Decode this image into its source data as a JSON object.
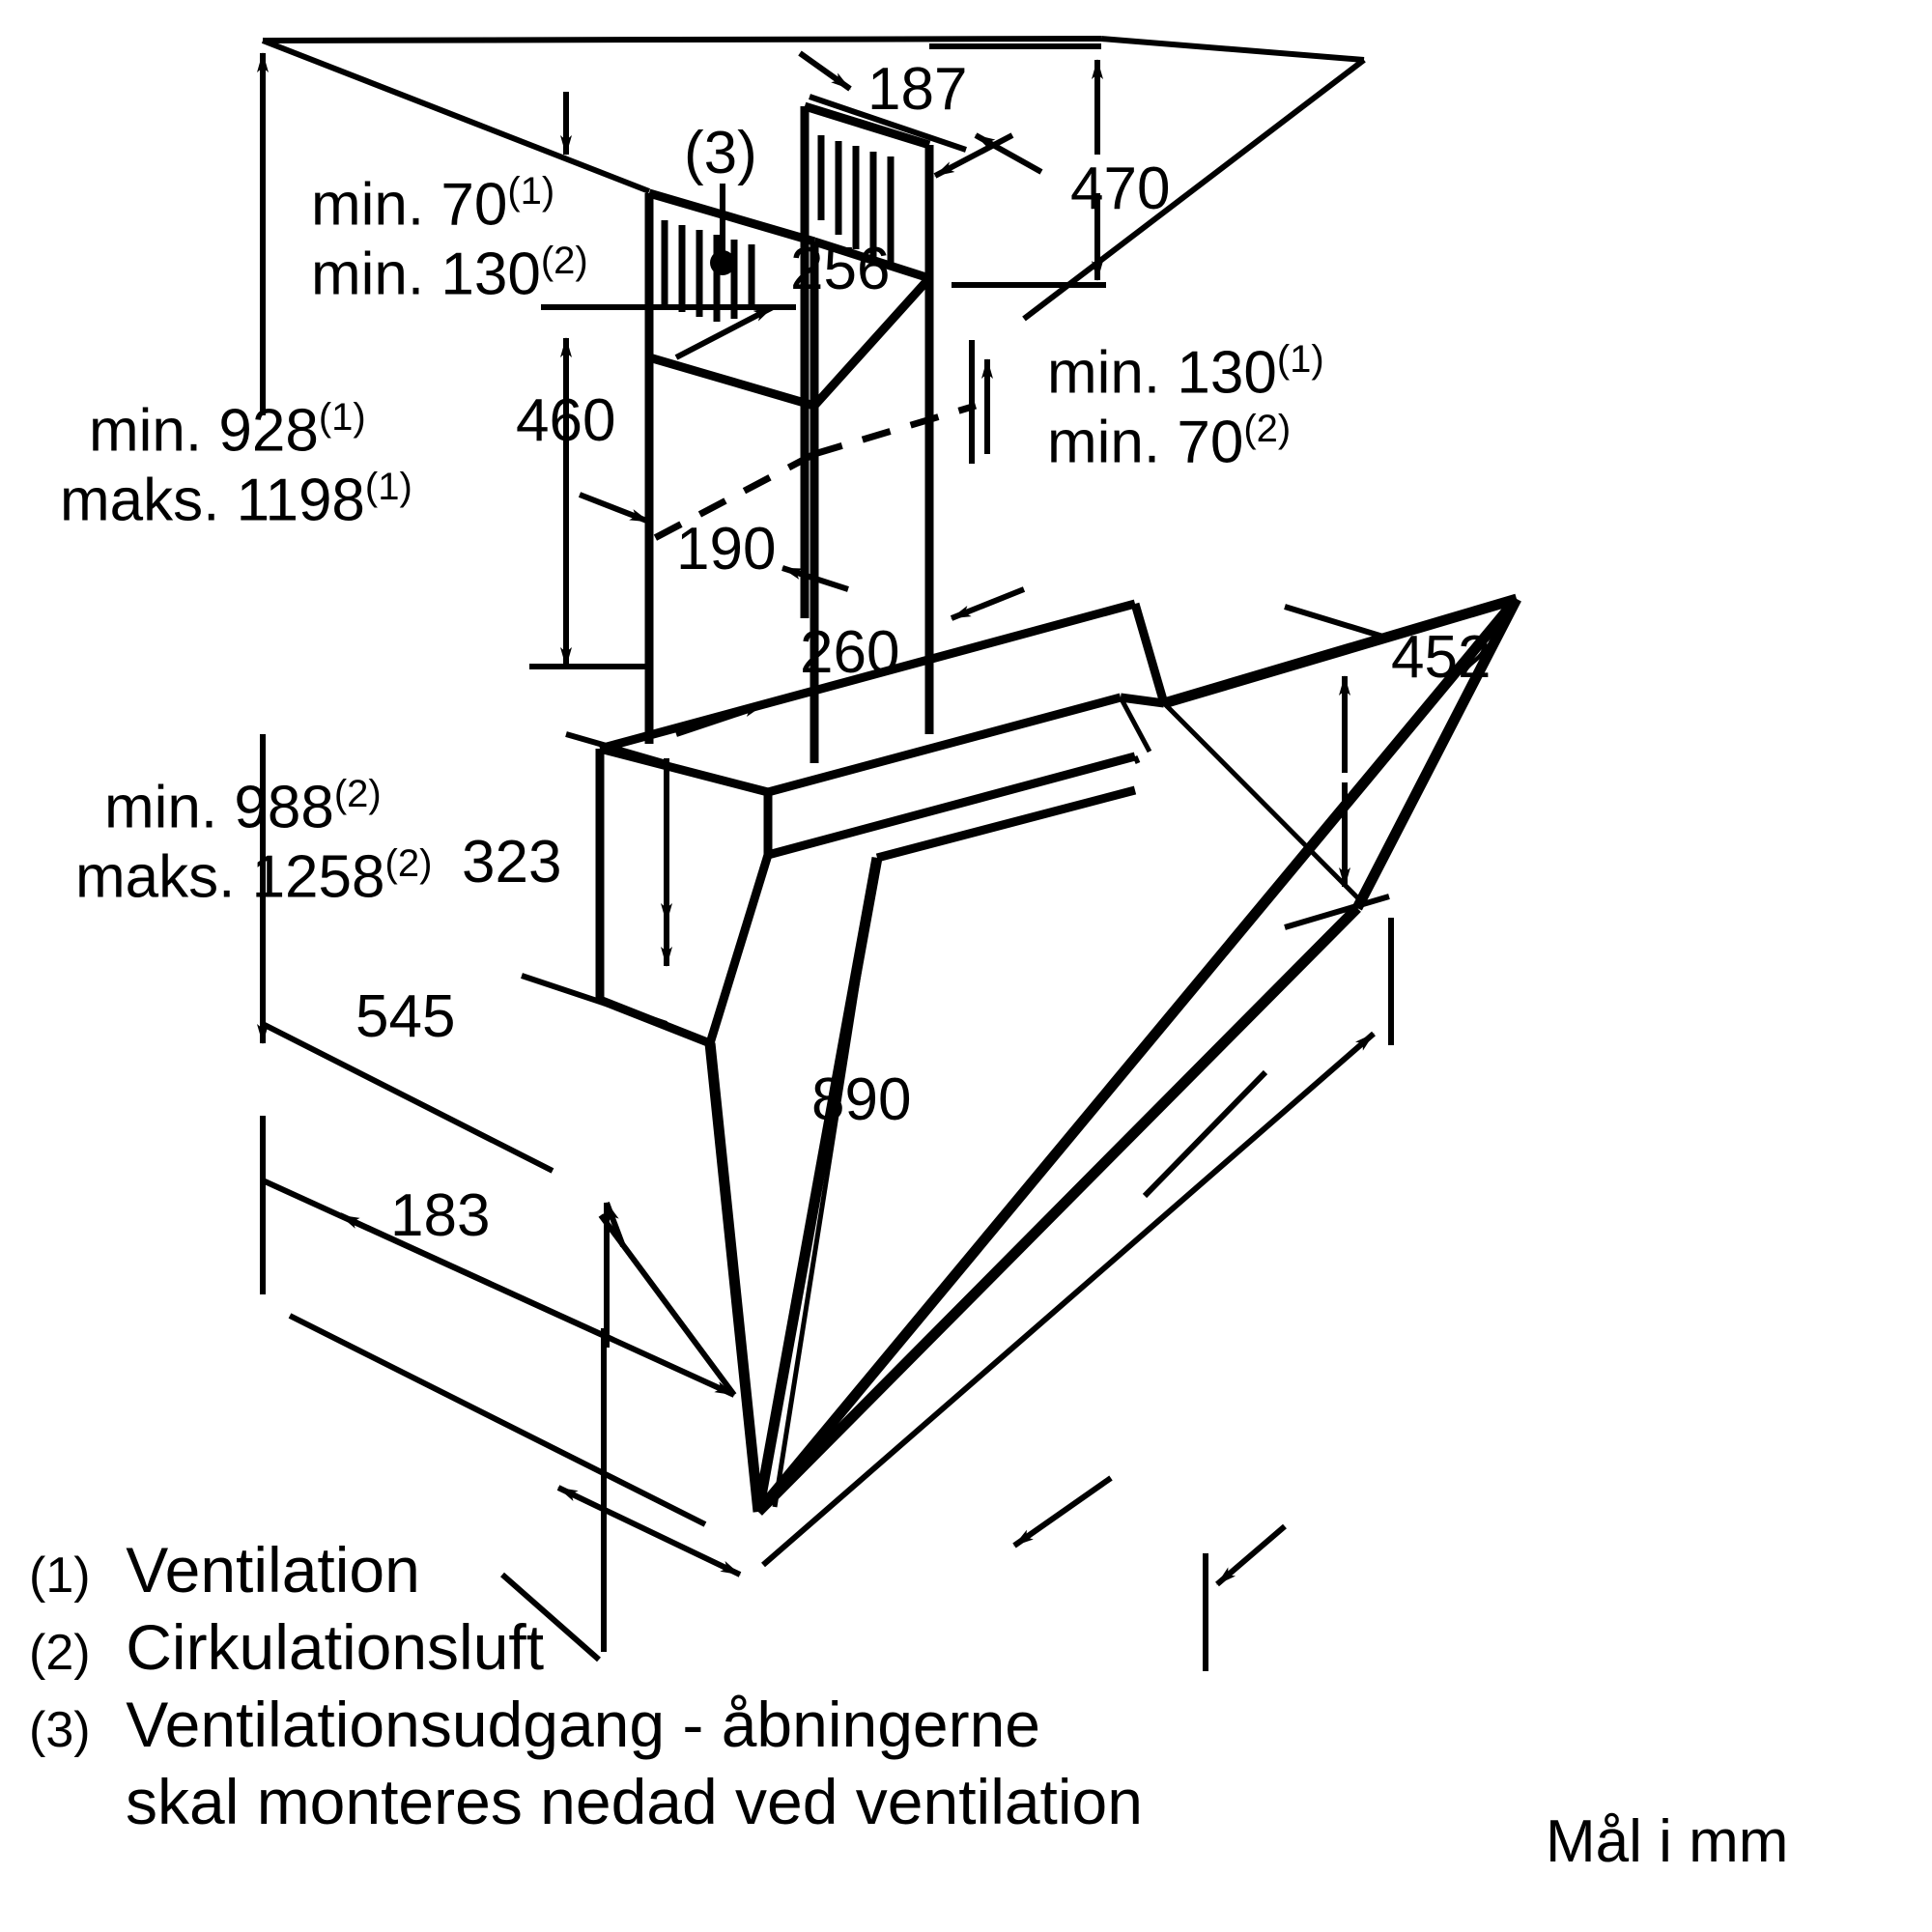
{
  "drawing": {
    "title_note": "Mål i mm",
    "unit": "mm",
    "product": "kitchen extractor hood (inclined glass wall hood) installation dimension drawing"
  },
  "dimensions": {
    "top_clearance_vent": "min. 70",
    "top_clearance_vent_ref": "(1)",
    "top_clearance_recirc": "min. 130",
    "top_clearance_recirc_ref": "(2)",
    "height_min_vent": "min. 928",
    "height_min_vent_ref": "(1)",
    "height_max_vent": "maks. 1198",
    "height_max_vent_ref": "(1)",
    "height_min_recirc": "min. 988",
    "height_min_recirc_ref": "(2)",
    "height_max_recirc": "maks. 1258",
    "height_max_recirc_ref": "(2)",
    "chimney_upper": "460",
    "chimney_lower": "190",
    "chimney_depth": "260",
    "chimney_width": "256",
    "outlet_width": "187",
    "outlet_height": "470",
    "right_clearance_vent": "min. 130",
    "right_clearance_vent_ref": "(1)",
    "right_clearance_recirc": "min. 70",
    "right_clearance_recirc_ref": "(2)",
    "body_height": "323",
    "body_depth": "545",
    "body_front_depth": "183",
    "hood_width": "890",
    "glass_height": "452",
    "outlet_marker": "(3)"
  },
  "legend": {
    "items": [
      {
        "num": "(1)",
        "label": "Ventilation"
      },
      {
        "num": "(2)",
        "label": "Cirkulationsluft"
      },
      {
        "num": "(3)",
        "label": "Ventilationsudgang - åbningerne",
        "label_line2": "skal monteres nedad ved ventilation"
      }
    ]
  },
  "colors": {
    "line": "#000000",
    "background": "#ffffff"
  }
}
